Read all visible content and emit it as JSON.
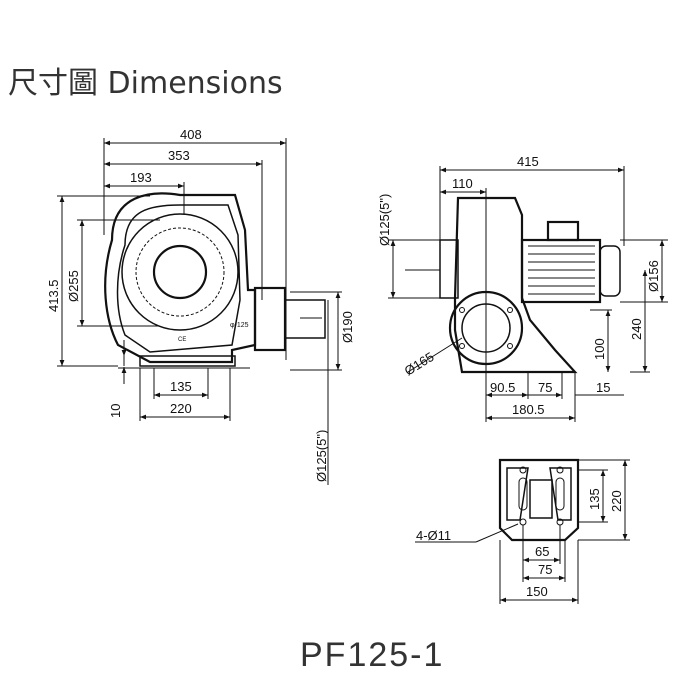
{
  "header": {
    "title": "尺寸圖 Dimensions"
  },
  "footer": {
    "model": "PF125-1"
  },
  "front_view": {
    "d408": "408",
    "d353": "353",
    "d193": "193",
    "d4135": "413.5",
    "dphi255": "Ø255",
    "dphi190": "Ø190",
    "d135": "135",
    "d220": "220",
    "d10": "10",
    "outlet": "Ø125(5\")",
    "plate": "φ-125"
  },
  "side_view": {
    "d415": "415",
    "d110": "110",
    "inlet": "Ø125(5\")",
    "dphi156": "Ø156",
    "d240": "240",
    "d100": "100",
    "dphi165": "Ø165",
    "d905": "90.5",
    "d75": "75",
    "d15": "15",
    "d1805": "180.5"
  },
  "base_view": {
    "holes": "4-Ø11",
    "d135": "135",
    "d220": "220",
    "d65": "65",
    "d75": "75",
    "d150": "150"
  }
}
